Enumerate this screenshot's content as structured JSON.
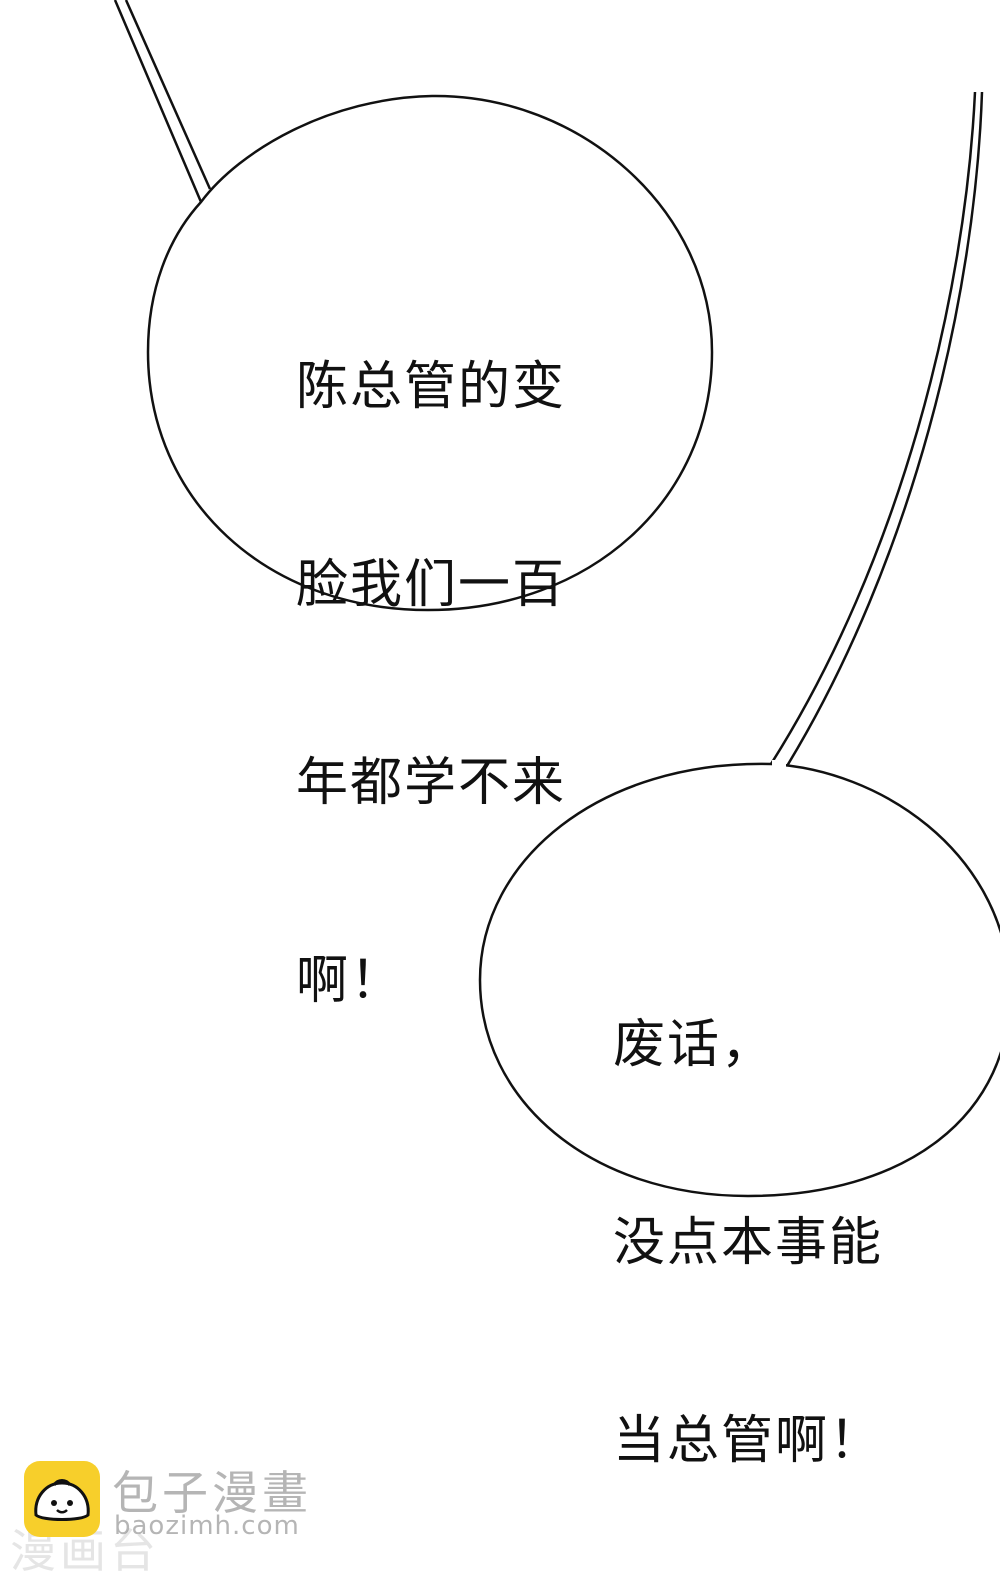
{
  "panel": {
    "bubble1": {
      "lines": [
        "陈总管的变",
        "脸我们一百",
        "年都学不来",
        "啊！"
      ]
    },
    "bubble2": {
      "lines": [
        "废话，",
        "没点本事能",
        "当总管啊！"
      ]
    }
  },
  "watermark": {
    "name": "包子漫畫",
    "url": "baozimh.com",
    "ghost": "漫画台",
    "logo_icon": "baozi-bun-icon",
    "logo_color": "#f7cf2b"
  }
}
